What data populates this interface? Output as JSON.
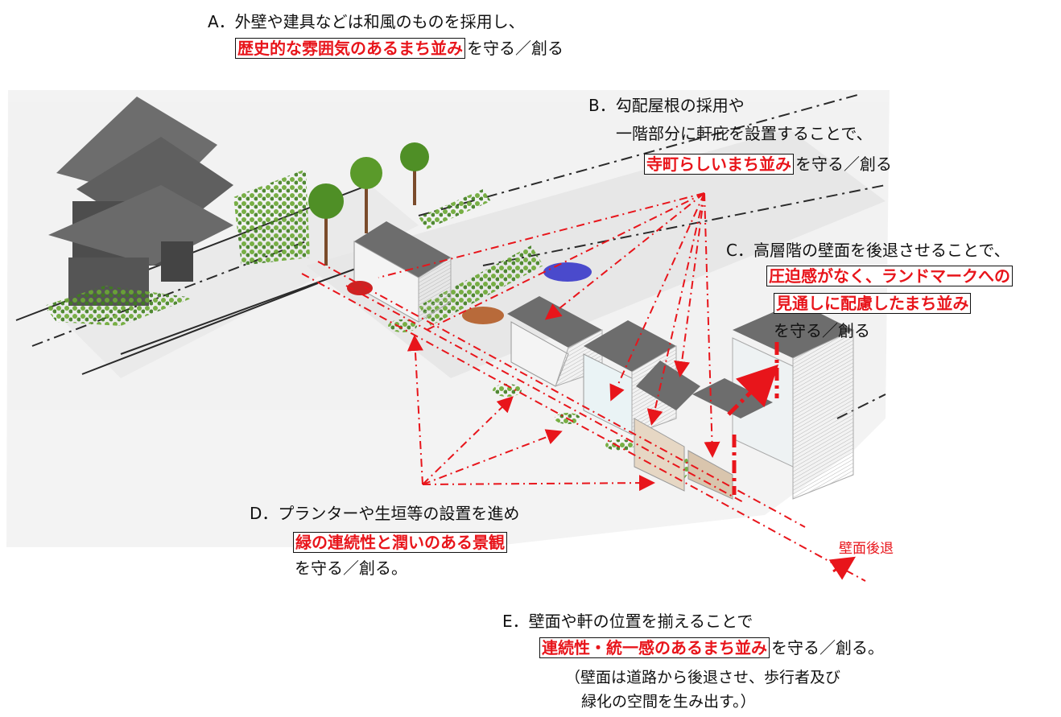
{
  "notes": {
    "a": {
      "lead": "A．外壁や建具などは和風のものを採用し、",
      "highlight": "歴史的な雰囲気のあるまち並み",
      "tail": "を守る／創る"
    },
    "b": {
      "lead": "B．勾配屋根の採用や",
      "line2": "一階部分に軒庇を設置することで、",
      "highlight": "寺町らしいまち並み",
      "tail": "を守る／創る"
    },
    "c": {
      "lead": "C．高層階の壁面を後退させることで、",
      "highlight1": "圧迫感がなく、ランドマークへの",
      "highlight2": "見通しに配慮したまち並み",
      "tail": "を守る／創る"
    },
    "d": {
      "lead": "D．プランターや生垣等の設置を進め",
      "highlight": "緑の連続性と潤いのある景観",
      "tail": "を守る／創る。"
    },
    "e": {
      "lead": "E．壁面や軒の位置を揃えることで",
      "highlight": "連続性・統一感のあるまち並み",
      "tail": "を守る／創る。",
      "paren1": "（壁面は道路から後退させ、歩行者及び",
      "paren2": "緑化の空間を生み出す。）"
    }
  },
  "illustration": {
    "retreat_label": "壁面後退"
  },
  "colors": {
    "accent_red": "#e8151b",
    "roof_gray": "#6d6d6d",
    "wall_white": "#f4f4f4",
    "green": "#5a9a2a"
  }
}
